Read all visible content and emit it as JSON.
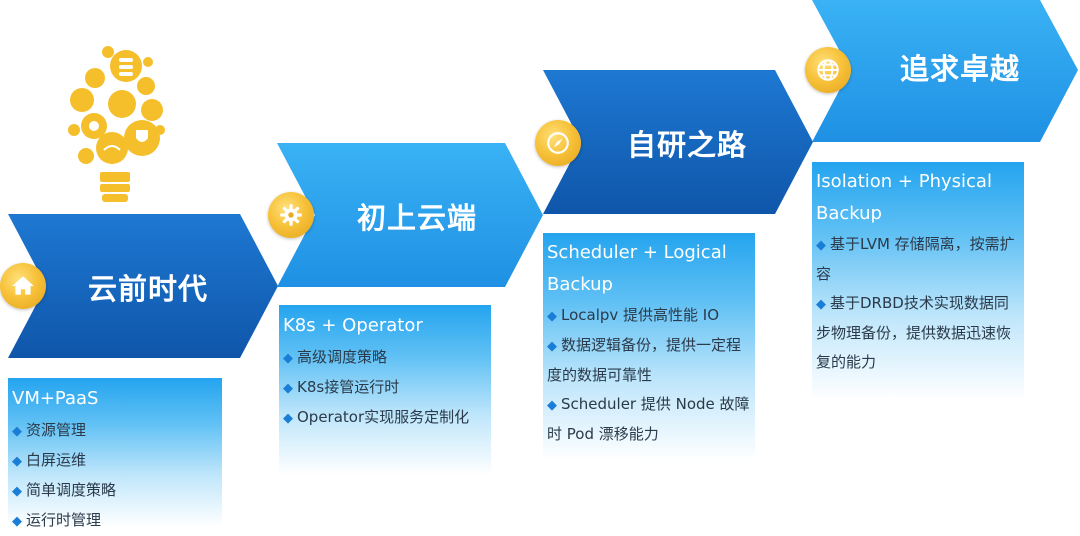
{
  "stages": [
    {
      "title": "云前时代",
      "icon": "home-icon",
      "panel_title": "VM+PaaS",
      "items": [
        "资源管理",
        "白屏运维",
        "简单调度策略",
        "运行时管理"
      ]
    },
    {
      "title": "初上云端",
      "icon": "gear-icon",
      "panel_title": "K8s + Operator",
      "items": [
        "高级调度策略",
        "K8s接管运行时",
        "Operator实现服务定制化"
      ]
    },
    {
      "title": "自研之路",
      "icon": "compass-icon",
      "panel_title": "Scheduler + Logical Backup",
      "items": [
        "Localpv 提供高性能 IO",
        "数据逻辑备份，提供一定程度的数据可靠性",
        "Scheduler 提供 Node 故障时 Pod 漂移能力"
      ]
    },
    {
      "title": "追求卓越",
      "icon": "globe-icon",
      "panel_title": "Isolation + Physical Backup",
      "items": [
        "基于LVM 存储隔离，按需扩容",
        "基于DRBD技术实现数据同步物理备份，提供数据迅速恢复的能力"
      ]
    }
  ],
  "colors": {
    "chevron_dark": "#1565c0",
    "chevron_light": "#2ea3ee",
    "badge": "#f7c23a",
    "bullet": "#1a7ed6"
  },
  "decoration": {
    "bulb_icon": "lightbulb-icon"
  }
}
